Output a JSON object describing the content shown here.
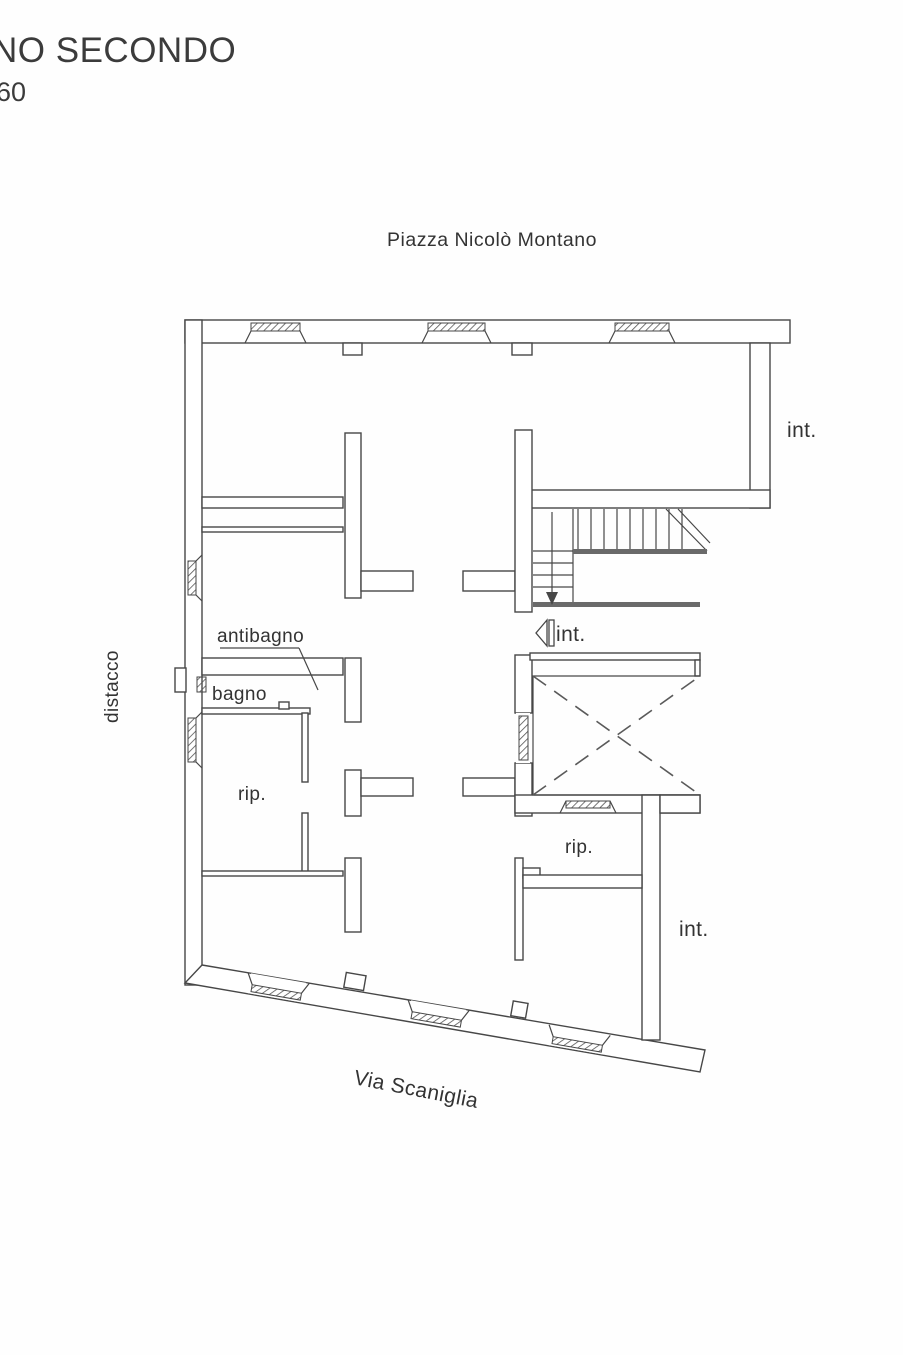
{
  "title": {
    "line1": "NO SECONDO",
    "line2": "60"
  },
  "streets": {
    "top": "Piazza Nicolò Montano",
    "bottom": "Via Scaniglia",
    "left": "distacco"
  },
  "room_labels": {
    "int_upper_right": "int.",
    "int_stair_landing": "int.",
    "int_lower_right": "int.",
    "antibagno": "antibagno",
    "bagno": "bagno",
    "rip_left": "rip.",
    "rip_right": "rip."
  },
  "colors": {
    "ink": "#474747",
    "text": "#333333",
    "paper": "#fefefe"
  }
}
